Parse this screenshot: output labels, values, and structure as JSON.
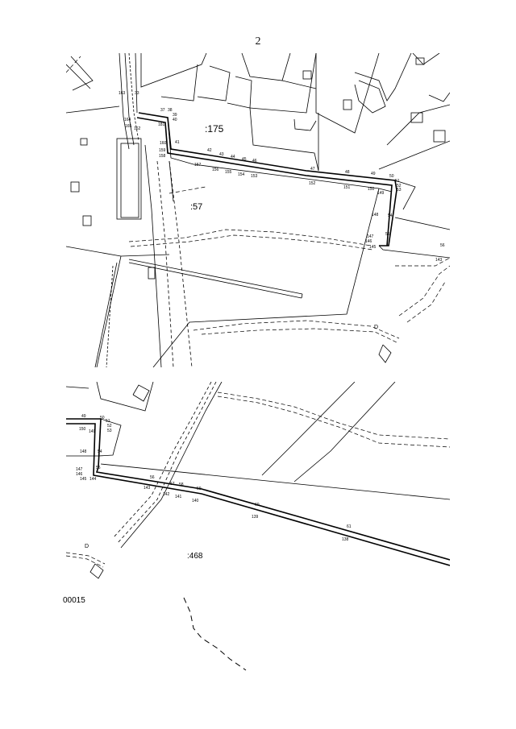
{
  "page": {
    "number": "2"
  },
  "map_top": {
    "parcels": [
      ":175",
      ":57"
    ],
    "points": [
      "163",
      "33",
      "37",
      "38",
      "39",
      "40",
      "164",
      "181",
      "162",
      "165",
      "160",
      "159",
      "158",
      "41",
      "42",
      "43",
      "44",
      "45",
      "46",
      "157",
      "156",
      "155",
      "154",
      "153",
      "47",
      "48",
      "49",
      "50",
      "51",
      "52",
      "53",
      "152",
      "151",
      "150",
      "149",
      "148",
      "147",
      "146",
      "145",
      "54",
      "55",
      "56",
      "143"
    ]
  },
  "map_bottom": {
    "parcels": [
      ":468"
    ],
    "points": [
      "49",
      "50",
      "51",
      "52",
      "53",
      "150",
      "149",
      "148",
      "147",
      "146",
      "145",
      "144",
      "54",
      "55",
      "56",
      "143",
      "142",
      "57",
      "58",
      "59",
      "141",
      "140",
      "60",
      "139",
      "61",
      "138"
    ]
  },
  "footer_code": "00015"
}
